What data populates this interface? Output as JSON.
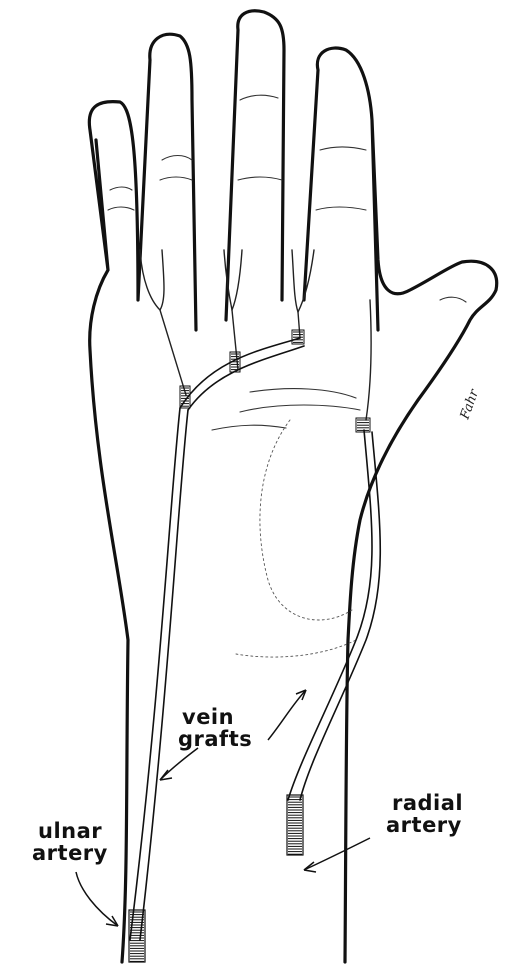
{
  "labels": {
    "vein_grafts": [
      "vein",
      "grafts"
    ],
    "radial_artery": [
      "radial",
      "artery"
    ],
    "ulnar_artery": [
      "ulnar",
      "artery"
    ]
  },
  "signature": "Fahr"
}
